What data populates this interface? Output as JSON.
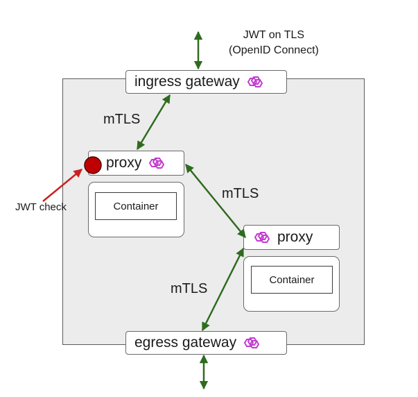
{
  "top_annotation": {
    "line1": "JWT on TLS",
    "line2": "(OpenID Connect)"
  },
  "ingress_gateway": {
    "label": "ingress gateway",
    "icon": "service-mesh-icon"
  },
  "egress_gateway": {
    "label": "egress gateway",
    "icon": "service-mesh-icon"
  },
  "proxy_left": {
    "label": "proxy",
    "icon": "service-mesh-icon",
    "container": "Container"
  },
  "proxy_right": {
    "label": "proxy",
    "icon": "service-mesh-icon",
    "container": "Container"
  },
  "links": {
    "ingress_to_proxy": "mTLS",
    "proxy_to_proxy": "mTLS",
    "proxy_to_egress": "mTLS"
  },
  "jwt_check": {
    "label": "JWT check"
  },
  "colors": {
    "arrow": "#2f6b1f",
    "jwt_arrow": "#cc1f1f",
    "jwt_dot": "#c00000",
    "icon": "#c23bcf",
    "mesh_bg": "#ececec"
  }
}
